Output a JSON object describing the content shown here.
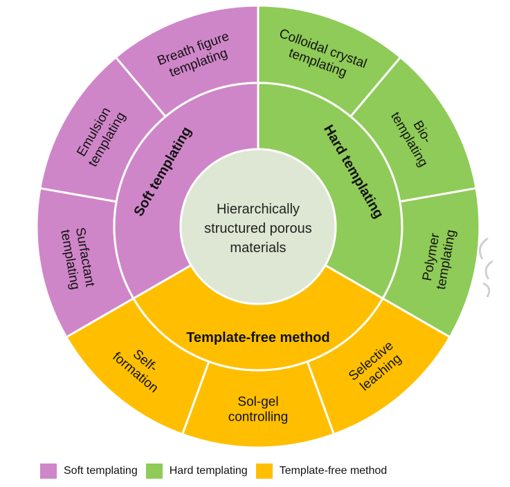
{
  "colors": {
    "soft": "#CF86C8",
    "hard": "#8FCB58",
    "free": "#FFBF00",
    "center": "#DDE7D3",
    "stroke": "#ffffff"
  },
  "diagram": {
    "center_lines": [
      "Hierarchically",
      "structured porous",
      "materials"
    ],
    "categories": [
      {
        "id": "soft",
        "label": "Soft templating",
        "color_key": "soft"
      },
      {
        "id": "hard",
        "label": "Hard templating",
        "color_key": "hard"
      },
      {
        "id": "free",
        "label": "Template-free method",
        "color_key": "free"
      }
    ],
    "items": [
      {
        "id": "colloidal",
        "lines": [
          "Colloidal crystal",
          "templating"
        ],
        "color_key": "hard"
      },
      {
        "id": "bio",
        "lines": [
          "Bio-",
          "templating"
        ],
        "color_key": "hard"
      },
      {
        "id": "polymer",
        "lines": [
          "Polymer",
          "templating"
        ],
        "color_key": "hard"
      },
      {
        "id": "selective",
        "lines": [
          "Selective",
          "leaching"
        ],
        "color_key": "free"
      },
      {
        "id": "solgel",
        "lines": [
          "Sol-gel",
          "controlling"
        ],
        "color_key": "free"
      },
      {
        "id": "self",
        "lines": [
          "Self-",
          "formation"
        ],
        "color_key": "free"
      },
      {
        "id": "surfactant",
        "lines": [
          "Surfactant",
          "templating"
        ],
        "color_key": "soft"
      },
      {
        "id": "emulsion",
        "lines": [
          "Emulsion",
          "templating"
        ],
        "color_key": "soft"
      },
      {
        "id": "breath",
        "lines": [
          "Breath figure",
          "templating"
        ],
        "color_key": "soft"
      }
    ]
  },
  "legend": [
    {
      "label": "Soft templating",
      "color_key": "soft"
    },
    {
      "label": "Hard templating",
      "color_key": "hard"
    },
    {
      "label": "Template-free method",
      "color_key": "free"
    }
  ]
}
